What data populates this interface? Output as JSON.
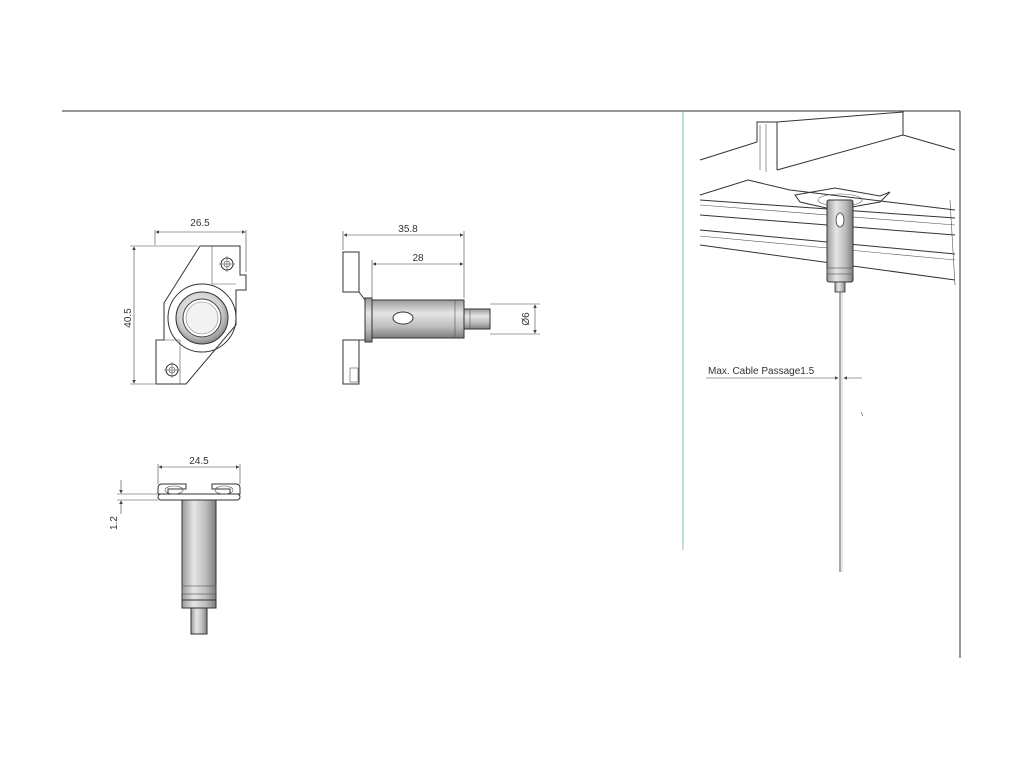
{
  "colors": {
    "frame": "#333333",
    "separator": "#7fbfbf",
    "line": "#333333",
    "fill_light": "#e8e8e8",
    "fill_mid": "#bdbdbd",
    "fill_dark": "#8a8a8a"
  },
  "dimensions": {
    "front_width": "26.5",
    "front_height": "40.5",
    "side_total": "35.8",
    "side_body": "28",
    "side_diameter": "Ø6",
    "bottom_width": "24.5",
    "bottom_thickness": "1.2"
  },
  "callout": {
    "cable_passage": "Max. Cable Passage1.5"
  }
}
